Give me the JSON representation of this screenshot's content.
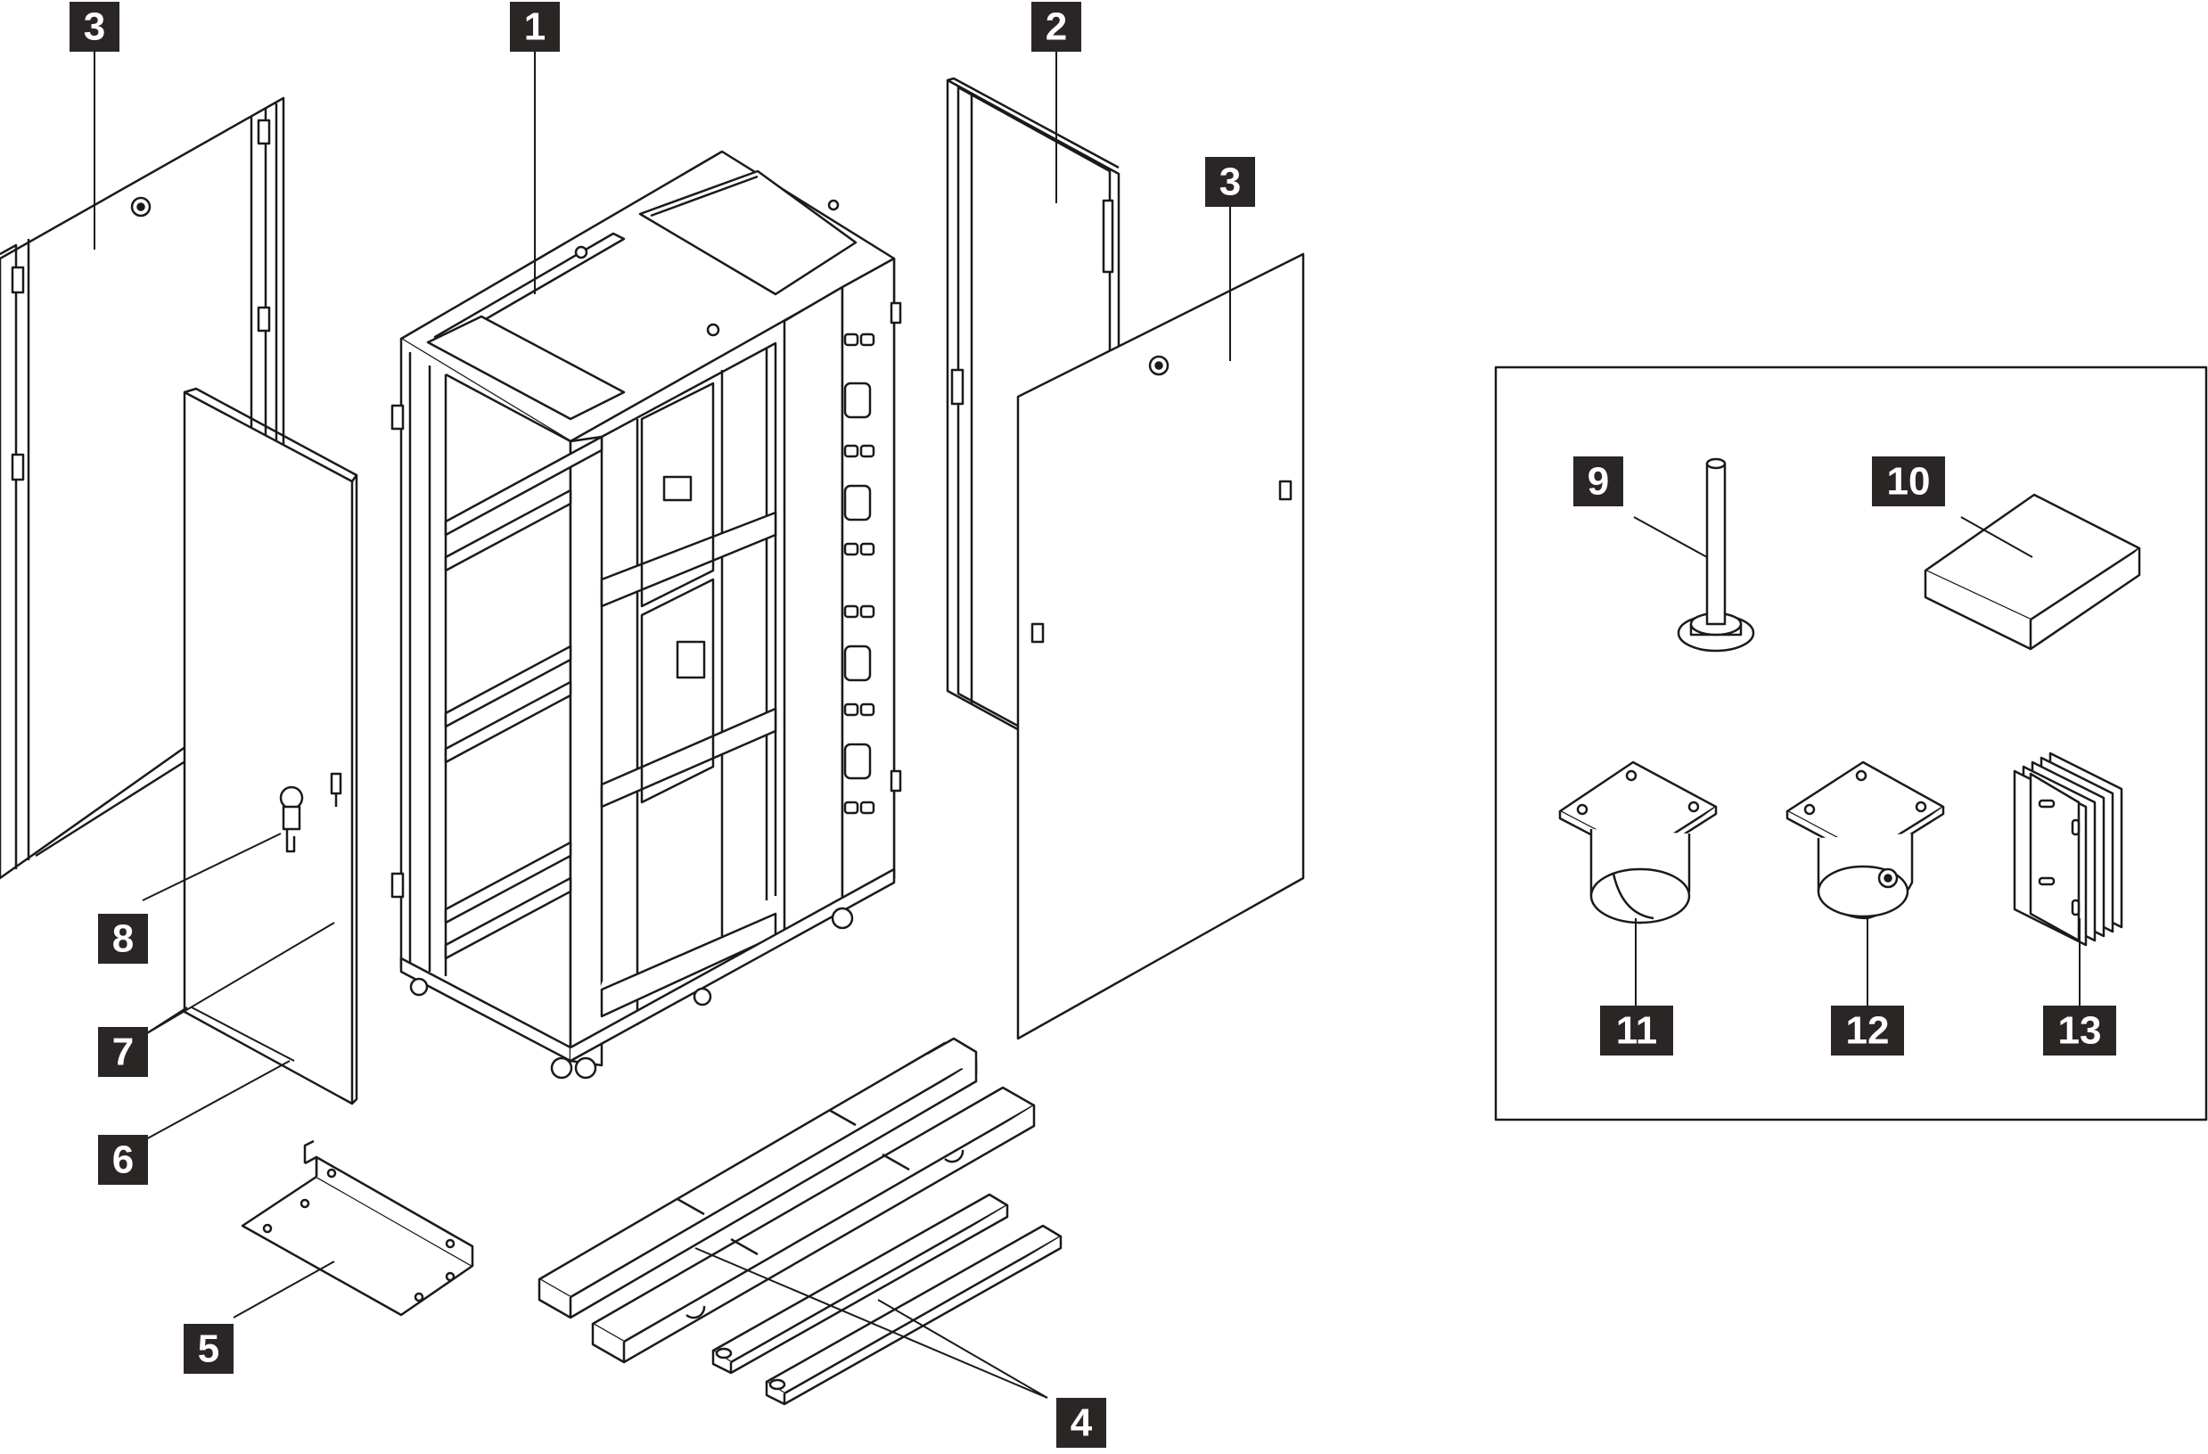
{
  "callouts": [
    {
      "id": "c1",
      "label": "1"
    },
    {
      "id": "c2",
      "label": "2"
    },
    {
      "id": "c3a",
      "label": "3"
    },
    {
      "id": "c3b",
      "label": "3"
    },
    {
      "id": "c4",
      "label": "4"
    },
    {
      "id": "c5",
      "label": "5"
    },
    {
      "id": "c6",
      "label": "6"
    },
    {
      "id": "c7",
      "label": "7"
    },
    {
      "id": "c8",
      "label": "8"
    },
    {
      "id": "c9",
      "label": "9"
    },
    {
      "id": "c10",
      "label": "10"
    },
    {
      "id": "c11",
      "label": "11"
    },
    {
      "id": "c12",
      "label": "12"
    },
    {
      "id": "c13",
      "label": "13"
    }
  ],
  "icons": {
    "rack": "rack-cabinet-icon",
    "rear_door": "rear-door-icon",
    "side_panel": "side-panel-icon",
    "front_door": "front-door-icon",
    "key": "key-icon",
    "stabilizer": "stabilizer-bracket-icon",
    "base_rails": "base-rails-icon",
    "leveling_foot": "leveling-foot-icon",
    "box": "box-icon",
    "caster_fixed": "fixed-caster-icon",
    "caster_swivel": "swivel-caster-icon",
    "spacers": "spacer-plates-icon"
  },
  "colors": {
    "line": "#1a1a1a",
    "callout_fill": "#2b2626",
    "callout_text": "#ffffff",
    "background": "#ffffff"
  }
}
